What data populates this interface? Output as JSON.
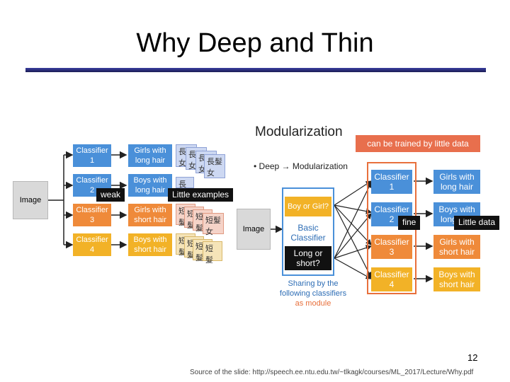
{
  "slide": {
    "title": "Why Deep and Thin",
    "page_number": "12",
    "source": "Source of the slide: http://speech.ee.ntu.edu.tw/~tlkagk/courses/ML_2017/Lecture/Why.pdf"
  },
  "left_diagram": {
    "image_label": "Image",
    "classifiers": [
      {
        "line1": "Classifier",
        "line2": "1"
      },
      {
        "line1": "Classifier",
        "line2": "2"
      },
      {
        "line1": "Classifier",
        "line2": "3"
      },
      {
        "line1": "Classifier",
        "line2": "4"
      }
    ],
    "outputs": [
      {
        "line1": "Girls with",
        "line2": "long hair"
      },
      {
        "line1": "Boys with",
        "line2": "long hair"
      },
      {
        "line1": "Girls with",
        "line2": "short hair"
      },
      {
        "line1": "Boys with",
        "line2": "short hair"
      }
    ],
    "weak_label": "weak",
    "little_examples_label": "Little examples",
    "card_texts": {
      "long_hair_girl": "長髮女",
      "long_hair": "長髮",
      "short_hair": "短髮",
      "short_hair_girl": "短髮女"
    }
  },
  "right_diagram": {
    "title": "Modularization",
    "bullet": "• Deep → Modularization",
    "trained_label": "can be trained by little data",
    "image_label": "Image",
    "basic_q1": "Boy or Girl?",
    "basic_label_1": "Basic",
    "basic_label_2": "Classifier",
    "basic_q2_1": "Long or",
    "basic_q2_2": "short?",
    "sharing_1": "Sharing by the",
    "sharing_2": "following classifiers",
    "sharing_3": "as module",
    "classifiers": [
      {
        "line1": "Classifier",
        "line2": "1"
      },
      {
        "line1": "Classifier",
        "line2": "2"
      },
      {
        "line1": "Classifier",
        "line2": "3"
      },
      {
        "line1": "Classifier",
        "line2": "4"
      }
    ],
    "outputs": [
      {
        "line1": "Girls with",
        "line2": "long hair"
      },
      {
        "line1": "Boys with",
        "line2": "long hair"
      },
      {
        "line1": "Girls with",
        "line2": "short hair"
      },
      {
        "line1": "Boys with",
        "line2": "short hair"
      }
    ],
    "fine_label": "fine",
    "little_data_label": "Little data"
  }
}
